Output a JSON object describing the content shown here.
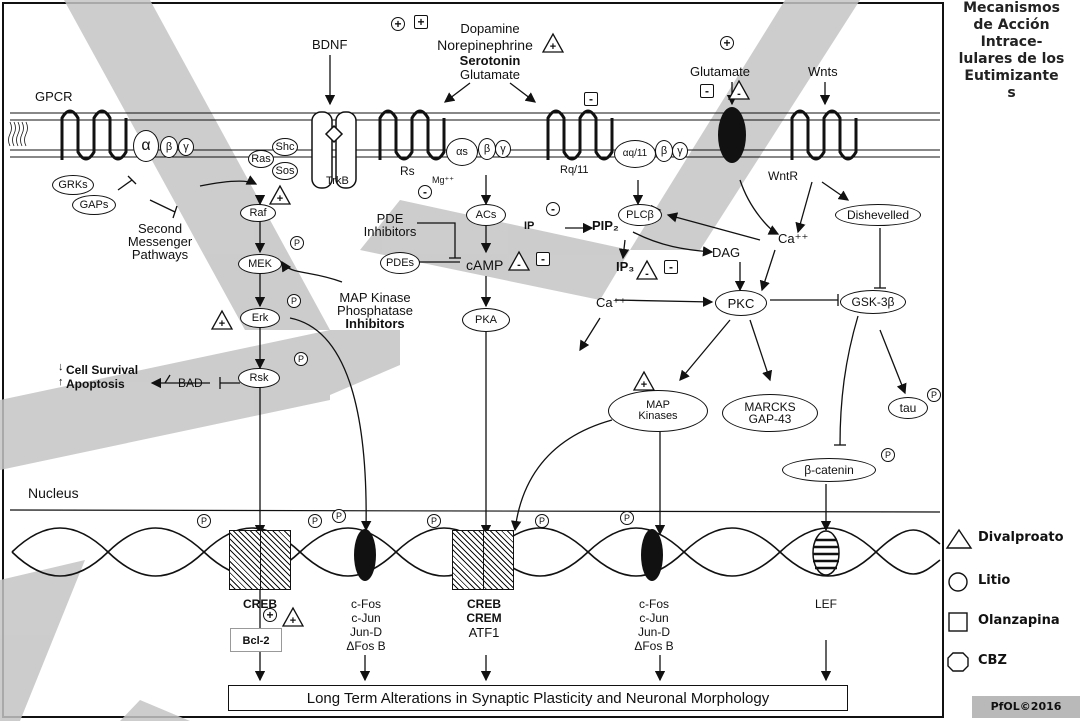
{
  "title": {
    "line1": "Mecanismos",
    "line2": "de Acción",
    "line3": "Intrace-",
    "line4": "lulares de los",
    "line5": "Eutimizante",
    "line6": "s"
  },
  "labels": {
    "gpcr": "GPCR",
    "bdnf": "BDNF",
    "trkb": "TrkB",
    "ligands": [
      "Dopamine",
      "Norepinephrine",
      "Serotonin",
      "Glutamate"
    ],
    "glutamate": "Glutamate",
    "wnts": "Wnts",
    "wntr": "WntR",
    "alpha": "α",
    "beta": "β",
    "gamma": "γ",
    "rs": "Rs",
    "mg": "Mg⁺⁺",
    "alpha_s": "αs",
    "rq11": "Rq/11",
    "alpha_q11": "αq/11",
    "ras": "Ras",
    "shc": "Shc",
    "sos": "Sos",
    "grks": "GRKs",
    "gaps": "GAPs",
    "second_messenger": [
      "Second",
      "Messenger",
      "Pathways"
    ],
    "raf": "Raf",
    "mek": "MEK",
    "erk": "Erk",
    "rsk": "Rsk",
    "bad": "BAD",
    "cell_survival": "Cell Survival",
    "apoptosis": "Apoptosis",
    "map_inhib": [
      "MAP Kinase",
      "Phosphatase",
      "Inhibitors"
    ],
    "pde_inhib": [
      "PDE",
      "Inhibitors"
    ],
    "acs": "ACs",
    "pdes": "PDEs",
    "camp": "cAMP",
    "pka": "PKA",
    "ip": "IP",
    "pip2": "PIP₂",
    "plcb": "PLCβ",
    "ip3": "IP₃",
    "dag": "DAG",
    "ca_right": "Ca⁺⁺",
    "ca_left": "Ca⁺⁺",
    "pkc": "PKC",
    "dishevelled": "Dishevelled",
    "gsk3b": "GSK-3β",
    "tau": "tau",
    "map_kinases": [
      "MAP",
      "Kinases"
    ],
    "marcks": [
      "MARCKS",
      "GAP-43"
    ],
    "b_catenin": "β-catenin",
    "nucleus": "Nucleus",
    "p": "P",
    "creb": "CREB",
    "cfos1": [
      "c-Fos",
      "c-Jun",
      "Jun-D",
      "ΔFos B"
    ],
    "creb_crem": [
      "CREB",
      "CREM",
      "ATF1"
    ],
    "cfos2": [
      "c-Fos",
      "c-Jun",
      "Jun-D",
      "ΔFos B"
    ],
    "lef": "LEF",
    "bcl2": "Bcl-2",
    "plus": "+",
    "minus": "-",
    "footer": "Long Term Alterations in Synaptic Plasticity and Neuronal Morphology"
  },
  "legend": [
    {
      "shape": "triangle",
      "label": "Divalproato"
    },
    {
      "shape": "circle",
      "label": "Litio"
    },
    {
      "shape": "square",
      "label": "Olanzapina"
    },
    {
      "shape": "octagon",
      "label": "CBZ"
    }
  ],
  "copyright": "PfOL©2016"
}
